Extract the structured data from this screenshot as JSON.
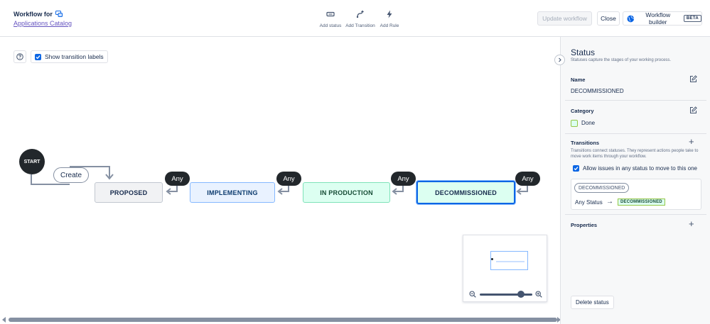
{
  "header": {
    "workflow_for": "Workflow for",
    "project_link": "Applications Catalog",
    "tools": {
      "add_status": "Add status",
      "add_transition": "Add Transition",
      "add_rule": "Add Rule"
    },
    "update_button": "Update workflow",
    "close_button": "Close",
    "builder_button": "Workflow builder",
    "beta_badge": "BETA"
  },
  "canvas": {
    "show_labels": "Show transition labels",
    "show_labels_checked": true,
    "start": "START",
    "create_label": "Create",
    "any_label": "Any",
    "statuses": [
      "PROPOSED",
      "IMPLEMENTING",
      "IN PRODUCTION",
      "DECOMMISSIONED"
    ],
    "selected_status": "DECOMMISSIONED",
    "zoom_level": 0.78
  },
  "panel": {
    "title": "Status",
    "subtitle": "Statuses capture the stages of your working process.",
    "name_label": "Name",
    "name_value": "DECOMMISSIONED",
    "category_label": "Category",
    "category_value": "Done",
    "transitions_label": "Transitions",
    "transitions_desc": "Transitions connect statuses. They represent actions people take to move work items through your workflow.",
    "allow_any": "Allow issues in any status to move to this one",
    "allow_any_checked": true,
    "transition_chip": "DECOMMISSIONED",
    "transition_from": "Any Status",
    "transition_to": "DECOMMISSIONED",
    "properties_label": "Properties",
    "delete_button": "Delete status"
  },
  "colors": {
    "accent": "#0c66e4",
    "link": "#6554c0",
    "done_green": "#dcfff1",
    "node_dark": "#22272b"
  }
}
